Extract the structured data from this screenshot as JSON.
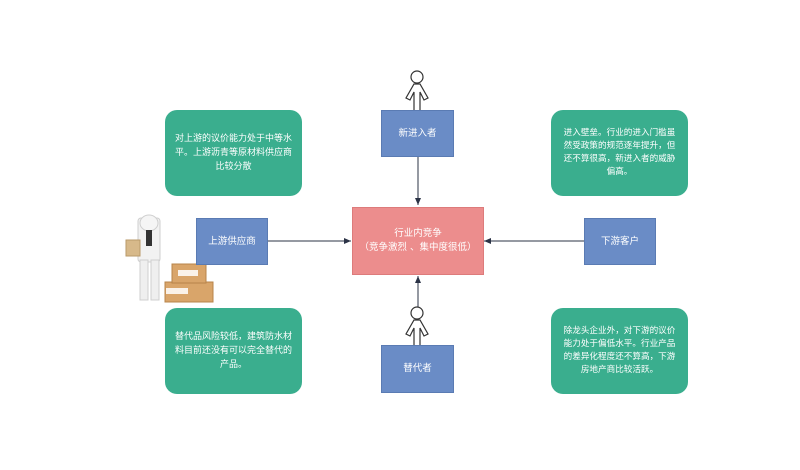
{
  "diagram": {
    "center": {
      "line1": "行业内竞争",
      "line2": "（竞争激烈 、集中度很低）"
    },
    "new_entrants": {
      "label": "新进入者"
    },
    "substitutes": {
      "label": "替代者"
    },
    "suppliers": {
      "label": "上游供应商"
    },
    "buyers": {
      "label": "下游客户"
    },
    "notes": {
      "supplier_note": "对上游的议价能力处于中等水平。上游沥青等原材料供应商比较分散",
      "entrant_note": "进入壁垒。行业的进入门槛虽然受政策的规范逐年提升，但还不算很高，新进入者的威胁偏高。",
      "substitute_note": "替代品风险较低，建筑防水材料目前还没有可以完全替代的产品。",
      "buyer_note": "除龙头企业外，对下游的议价能力处于偏低水平。行业产品的差异化程度还不算高，下游房地产商比较活跃。"
    },
    "colors": {
      "box_blue": "#6a8cc6",
      "center_pink": "#ec8d8d",
      "note_green": "#3aae8e",
      "arrow": "#2b3346"
    }
  }
}
